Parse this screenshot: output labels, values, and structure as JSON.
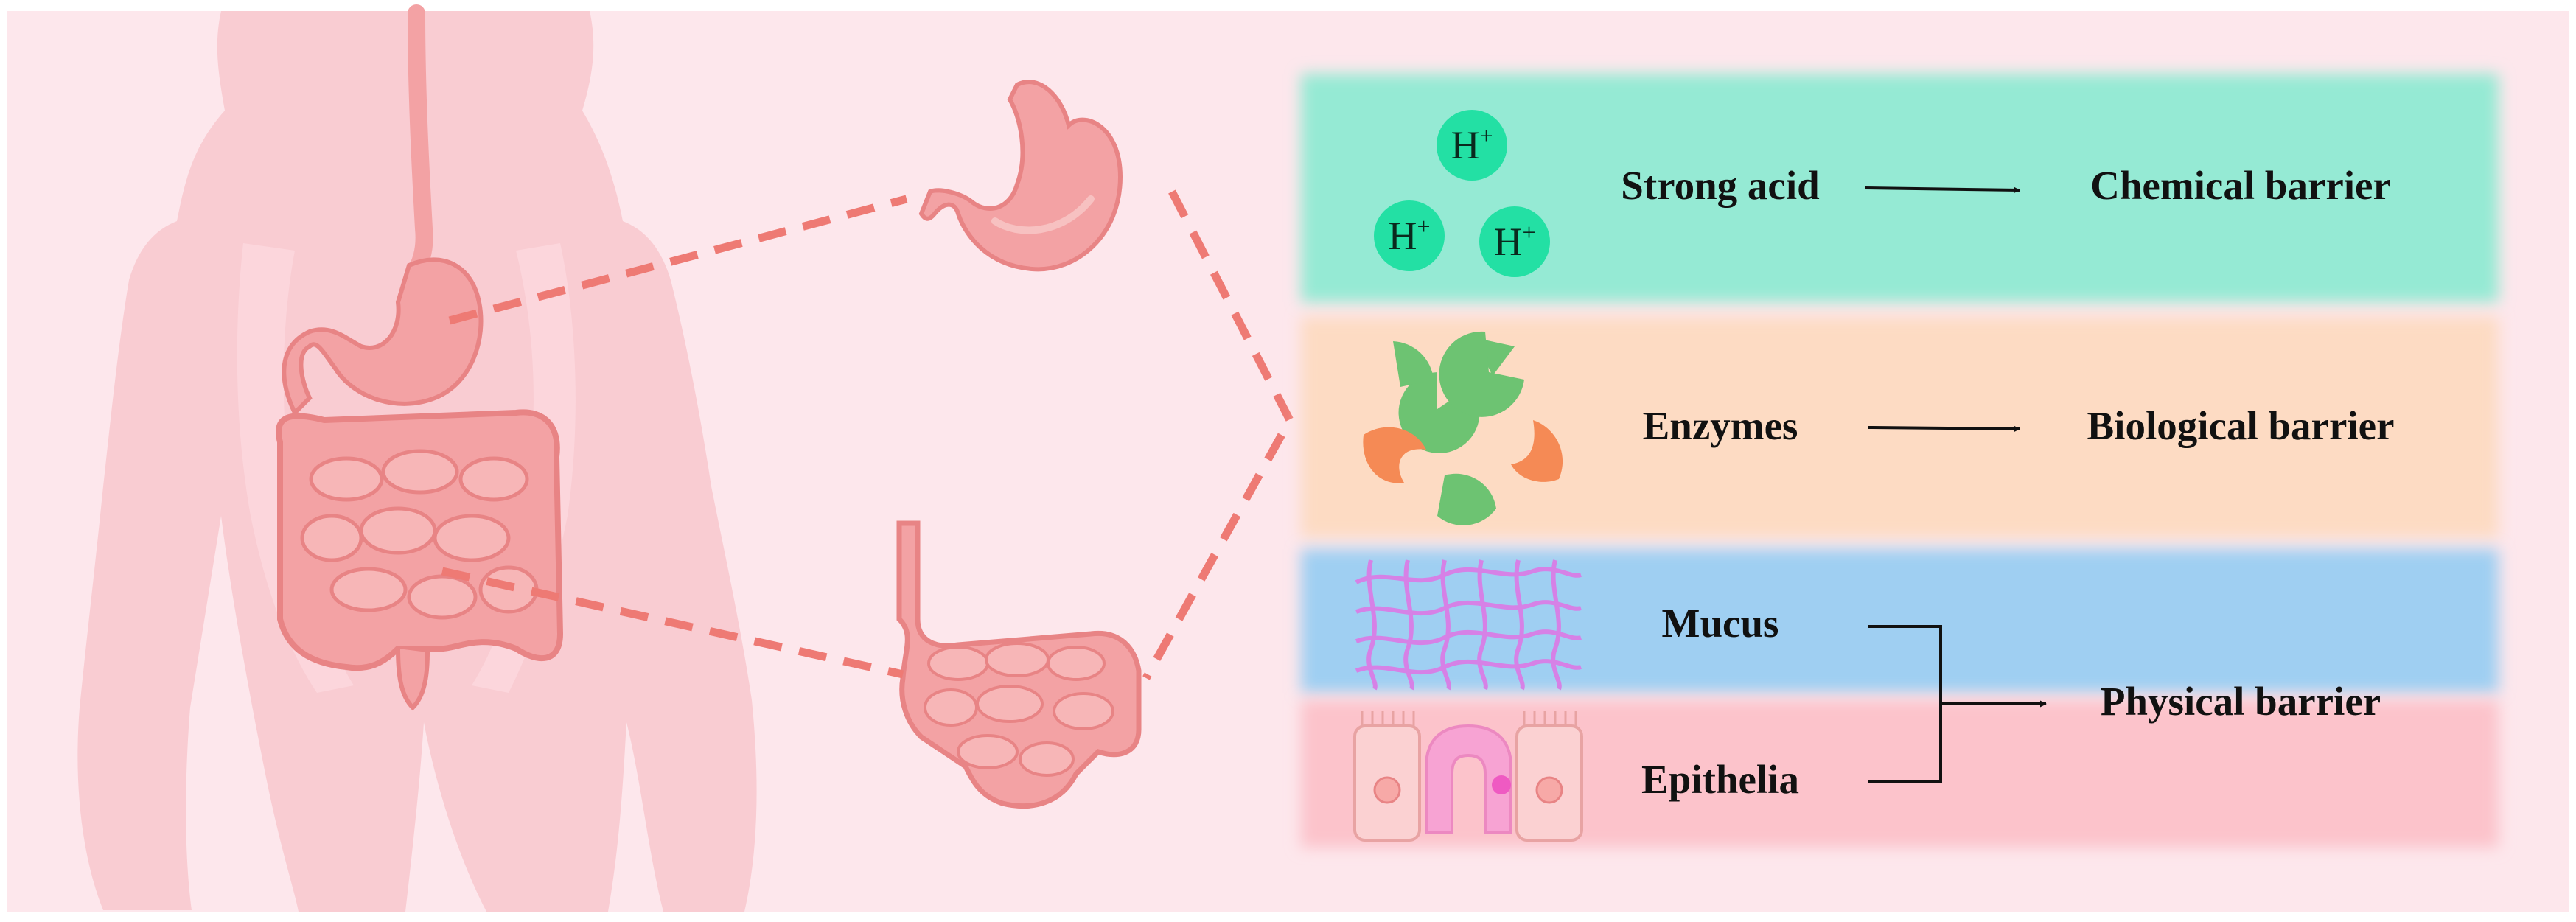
{
  "colors": {
    "background": "#fde7ec",
    "body_silhouette": "#f9ccd2",
    "organ": "#f3a2a4",
    "organ_dark": "#e88485",
    "dashed_line": "#ee7a74",
    "band_chemical": "#95ead4",
    "band_biological": "#fddbc3",
    "band_mucus": "#9fcff2",
    "band_epithelia": "#fcc3cb",
    "proton_circle": "#23e0a4",
    "enzyme_green": "#6dc372",
    "enzyme_orange": "#f58a55",
    "mucus_mesh": "#d681e6"
  },
  "icons": {
    "chemical": "proton-ions-icon",
    "biological": "enzymes-icon",
    "mucus": "mucus-mesh-icon",
    "epithelia": "epithelial-cells-icon"
  },
  "ions": {
    "symbol": "H",
    "charge": "+"
  },
  "rows": {
    "strong_acid": {
      "label": "Strong acid"
    },
    "enzymes": {
      "label": "Enzymes"
    },
    "mucus": {
      "label": "Mucus"
    },
    "epithelia": {
      "label": "Epithelia"
    }
  },
  "barriers": {
    "chemical": "Chemical barrier",
    "biological": "Biological barrier",
    "physical": "Physical barrier"
  }
}
